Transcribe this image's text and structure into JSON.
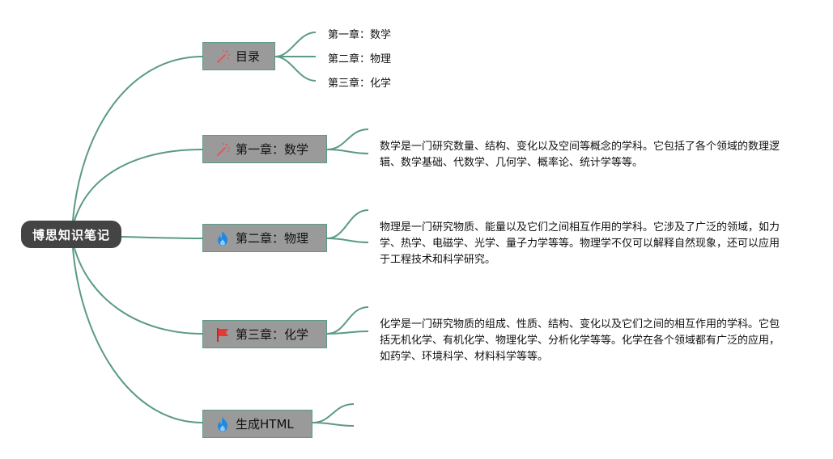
{
  "central": {
    "label": "博思知识笔记"
  },
  "branches": [
    {
      "label": "目录",
      "icon": "magic-wand-icon",
      "children": [
        "第一章：数学",
        "第二章：物理",
        "第三章：化学"
      ]
    },
    {
      "label": "第一章：数学",
      "icon": "magic-wand-icon",
      "description": "数学是一门研究数量、结构、变化以及空间等概念的学科。它包括了各个领域的数理逻辑、数学基础、代数学、几何学、概率论、统计学等等。"
    },
    {
      "label": "第二章：物理",
      "icon": "flame-icon",
      "description": "物理是一门研究物质、能量以及它们之间相互作用的学科。它涉及了广泛的领域，如力学、热学、电磁学、光学、量子力学等等。物理学不仅可以解释自然现象，还可以应用于工程技术和科学研究。"
    },
    {
      "label": "第三章：化学",
      "icon": "flag-icon",
      "description": "化学是一门研究物质的组成、性质、结构、变化以及它们之间的相互作用的学科。它包括无机化学、有机化学、物理化学、分析化学等等。化学在各个领域都有广泛的应用，如药学、环境科学、材料科学等等。"
    },
    {
      "label": "生成HTML",
      "icon": "flame-icon"
    }
  ],
  "colors": {
    "connector": "#5b9a86",
    "central_fill": "#444444",
    "branch_fill": "#9a9a9a",
    "flame": "#1e88e5",
    "flag": "#e53935",
    "wand": "#e05a5a"
  }
}
